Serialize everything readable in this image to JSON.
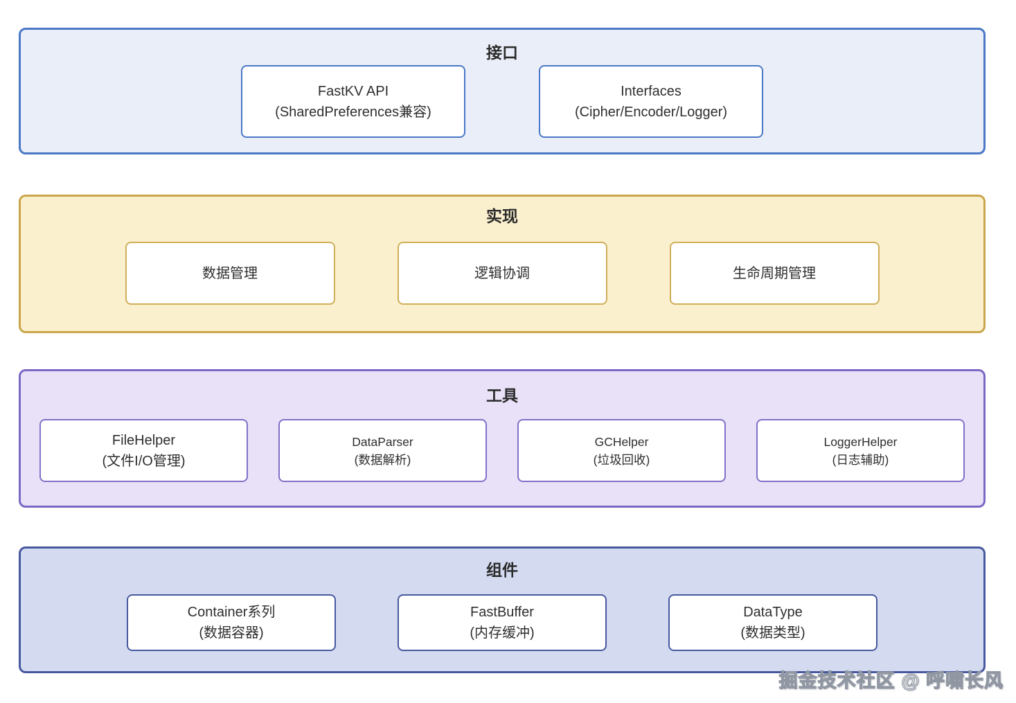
{
  "colors": {
    "interface_bg": "#eaeef8",
    "interface_border": "#4a77c6",
    "implementation_bg": "#fbf0ce",
    "implementation_border": "#c9a64c",
    "tools_bg": "#e8e1f7",
    "tools_border": "#7b67c5",
    "components_bg": "#d4daf0",
    "components_border": "#47589e",
    "node_bg": "#ffffff",
    "text": "#2e2e2e"
  },
  "layers": [
    {
      "title": "接口",
      "boxes": [
        {
          "line1": "FastKV API",
          "line2": "(SharedPreferences兼容)"
        },
        {
          "line1": "Interfaces",
          "line2": "(Cipher/Encoder/Logger)"
        }
      ]
    },
    {
      "title": "实现",
      "boxes": [
        {
          "line1": "数据管理"
        },
        {
          "line1": "逻辑协调"
        },
        {
          "line1": "生命周期管理"
        }
      ]
    },
    {
      "title": "工具",
      "boxes": [
        {
          "line1": "FileHelper",
          "line2": "(文件I/O管理)"
        },
        {
          "line1": "DataParser",
          "line2": "(数据解析)"
        },
        {
          "line1": "GCHelper",
          "line2": "(垃圾回收)"
        },
        {
          "line1": "LoggerHelper",
          "line2": "(日志辅助)"
        }
      ]
    },
    {
      "title": "组件",
      "boxes": [
        {
          "line1": "Container系列",
          "line2": "(数据容器)"
        },
        {
          "line1": "FastBuffer",
          "line2": "(内存缓冲)"
        },
        {
          "line1": "DataType",
          "line2": "(数据类型)"
        }
      ]
    }
  ],
  "watermark": "掘金技术社区 @ 呼啸长风"
}
